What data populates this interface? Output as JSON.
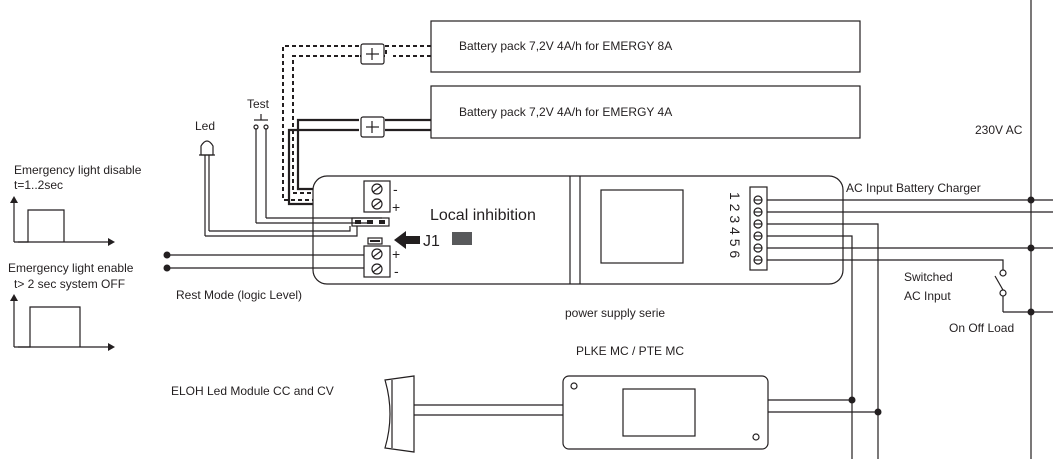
{
  "labels": {
    "battery_8a": "Battery pack 7,2V 4A/h for  EMERGY 8A",
    "battery_4a": "Battery pack 7,2V 4A/h for EMERGY 4A",
    "led": "Led",
    "test": "Test",
    "disable_line1": "Emergency light disable",
    "disable_line2": "t=1..2sec",
    "enable_line1": "Emergency light enable",
    "enable_line2": "t> 2 sec system OFF",
    "rest_mode": "Rest Mode (logic Level)",
    "local_inhibition": "Local inhibition",
    "j1": "J1",
    "terminal_minus_top": "-",
    "terminal_plus_top": "+",
    "terminal_plus_bottom": "+",
    "terminal_minus_bottom": "-",
    "pin_numbers": "1 2 3 4 5 6",
    "ac_voltage": "230V AC",
    "ac_input_charger": "AC Input Battery Charger",
    "switched_line1": "Switched",
    "switched_line2": "AC Input",
    "on_off_load": "On Off Load",
    "power_supply": "power supply serie",
    "plke": "PLKE MC / PTE MC",
    "eloh": "ELOH  Led Module CC and CV"
  }
}
